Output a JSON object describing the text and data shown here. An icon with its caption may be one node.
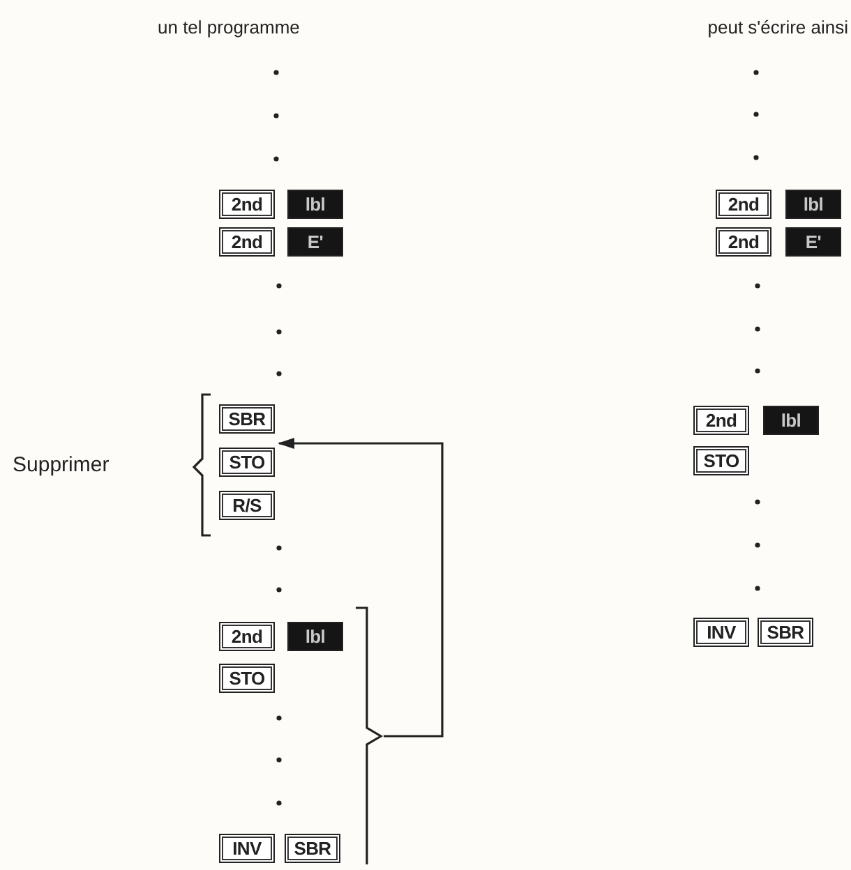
{
  "diagram": {
    "nodes": [
      {
        "text": [
          "2nd"
        ]
      },
      {
        "text": [
          "lbl"
        ]
      },
      {
        "text": [
          "2nd"
        ]
      },
      {
        "text": [
          "E'"
        ]
      },
      {
        "text": [],
        "shape": "bracket",
        "beside": [
          "Supprimer"
        ]
      },
      {
        "text": [
          "SBR"
        ],
        "in": 4
      },
      {
        "text": [
          "STO"
        ],
        "in": 4
      },
      {
        "text": [
          "R/S"
        ],
        "in": 4
      },
      {
        "text": [],
        "shape": "bracket"
      },
      {
        "text": [
          "2nd"
        ],
        "in": 8
      },
      {
        "text": [
          "lbl"
        ],
        "in": 8
      },
      {
        "text": [
          "STO"
        ],
        "in": 8
      },
      {
        "text": [
          "INV"
        ],
        "in": 8
      },
      {
        "text": [
          "SBR"
        ],
        "in": 8
      },
      {
        "text": [
          "2nd"
        ]
      },
      {
        "text": [
          "lbl"
        ]
      },
      {
        "text": [
          "2nd"
        ]
      },
      {
        "text": [
          "E'"
        ]
      },
      {
        "text": [
          "2nd"
        ]
      },
      {
        "text": [
          "lbl"
        ]
      },
      {
        "text": [
          "STO"
        ]
      },
      {
        "text": [
          "INV"
        ]
      },
      {
        "text": [
          "SBR"
        ]
      }
    ],
    "edges": [
      {
        "from": 8,
        "to": 4,
        "arrow": "to"
      }
    ],
    "labels": [
      "un tel programme",
      "peut s'écrire ainsi"
    ]
  }
}
